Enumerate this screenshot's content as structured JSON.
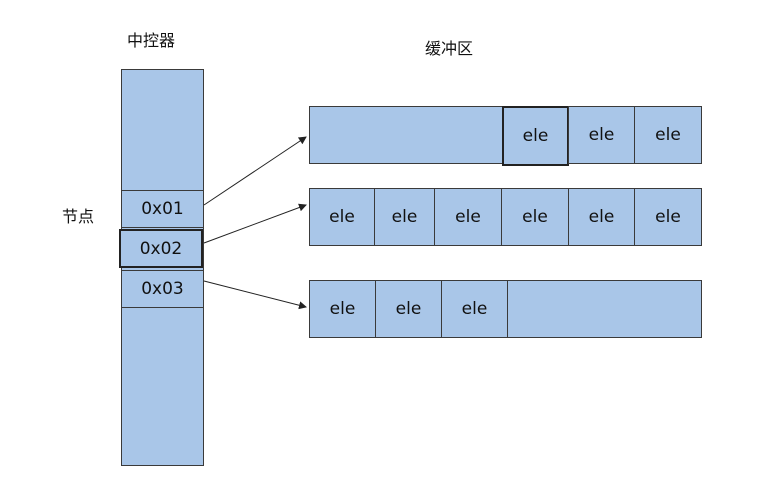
{
  "titles": {
    "controller": "中控器",
    "buffer": "缓冲区",
    "node_label": "节点"
  },
  "controller": {
    "nodes": [
      {
        "label": "0x01"
      },
      {
        "label": "0x02"
      },
      {
        "label": "0x03"
      }
    ]
  },
  "buffers": [
    {
      "cells": [
        "ele",
        "ele",
        "ele"
      ]
    },
    {
      "cells": [
        "ele",
        "ele",
        "ele",
        "ele",
        "ele",
        "ele"
      ]
    },
    {
      "cells": [
        "ele",
        "ele",
        "ele"
      ]
    }
  ],
  "colors": {
    "fill": "#a9c6e8",
    "stroke": "#3a3a3a"
  }
}
